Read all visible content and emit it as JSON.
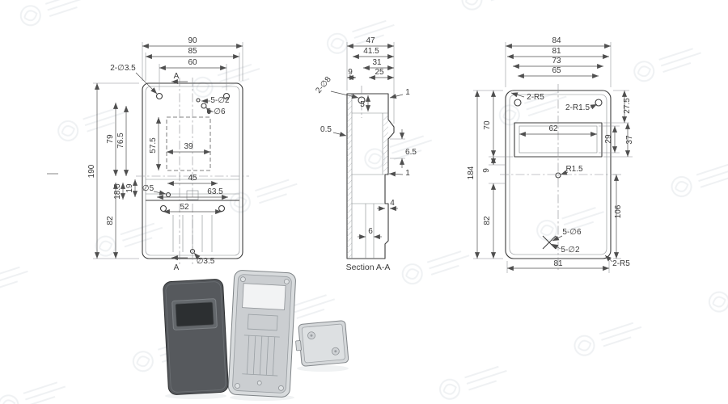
{
  "palette": {
    "background": "#ffffff",
    "ink": "#3c3c3c",
    "dim_ink": "#4f4f4f",
    "watermark": "#e4e8eb"
  },
  "front_view": {
    "d90": "90",
    "d85": "85",
    "d60": "60",
    "n_2d35": "2-∅3.5",
    "a_top": "A",
    "a_bottom": "A",
    "n_5d2": "5-∅2",
    "n_6d6": "6-∅6",
    "d190": "190",
    "d79": "79",
    "d765": "76.5",
    "d575": "57.5",
    "d39": "39",
    "d45": "45",
    "d19": "19",
    "d185": "18.5",
    "d82": "82",
    "n_d5": "∅5",
    "d635": "63.5",
    "d52": "52",
    "n_d35": "∅3.5"
  },
  "side_view": {
    "d47": "47",
    "d415": "41.5",
    "d31": "31",
    "d25": "25",
    "d9": "9",
    "n_2d8": "2-∅8",
    "d5": "5",
    "d1_top": "1",
    "d05": "0.5",
    "d65": "6.5",
    "d1_mid": "1",
    "d4": "4",
    "d6": "6",
    "caption": "Section A-A"
  },
  "back_view": {
    "d84": "84",
    "d81_top": "81",
    "d73": "73",
    "d65": "65",
    "n_2r5_top": "2-R5",
    "n_2r15": "2-R1.5",
    "d275": "27.5",
    "d62": "62",
    "d29": "29",
    "d37": "37",
    "d70": "70",
    "d9": "9",
    "d82": "82",
    "d184": "184",
    "d106": "106",
    "n_r15": "R1.5",
    "n_5d6": "5-∅6",
    "n_5d2": "5-∅2",
    "d81_bottom": "81",
    "n_2r5_bottom": "2-R5"
  }
}
